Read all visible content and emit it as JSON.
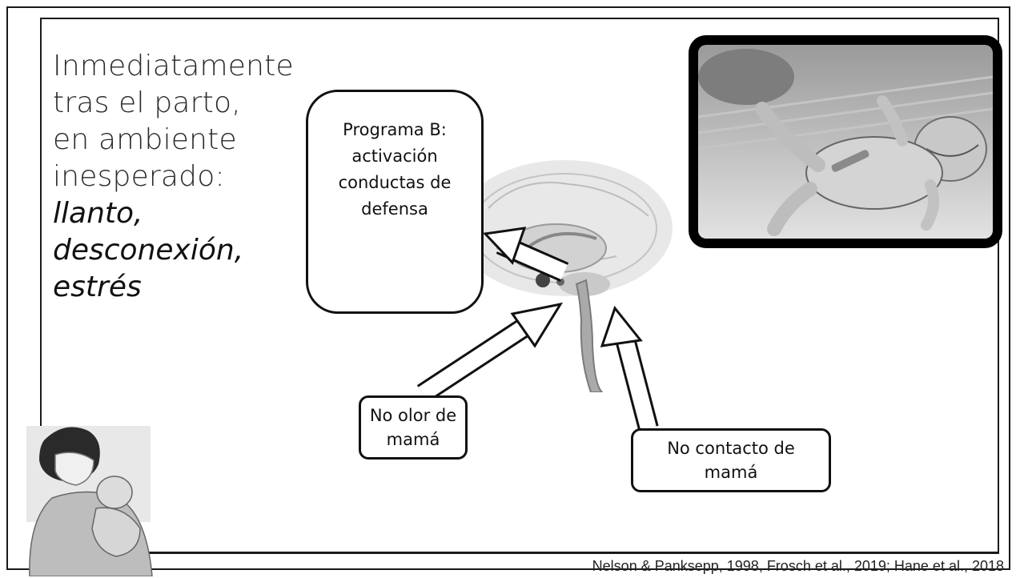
{
  "slide": {
    "title_lines": [
      "Inmediatamente",
      "tras el parto,",
      "en ambiente",
      "inesperado:"
    ],
    "emphasis_lines": [
      "llanto,",
      "desconexión,",
      "estrés"
    ],
    "program_box": [
      "Programa B:",
      "activación",
      "conductas de",
      "defensa"
    ],
    "smell_box": [
      "No olor de",
      "mamá"
    ],
    "touch_box": [
      "No contacto de",
      "mamá"
    ],
    "citation": "Nelson & Panksepp, 1998, Frosch et al., 2019; Hane et al., 2018"
  },
  "colors": {
    "frame": "#1a1a1a",
    "box_border": "#111111",
    "brain": "#9a9a9a"
  },
  "images": [
    "brain-illustration",
    "newborn-photo",
    "mother-breastfeeding-illustration"
  ]
}
